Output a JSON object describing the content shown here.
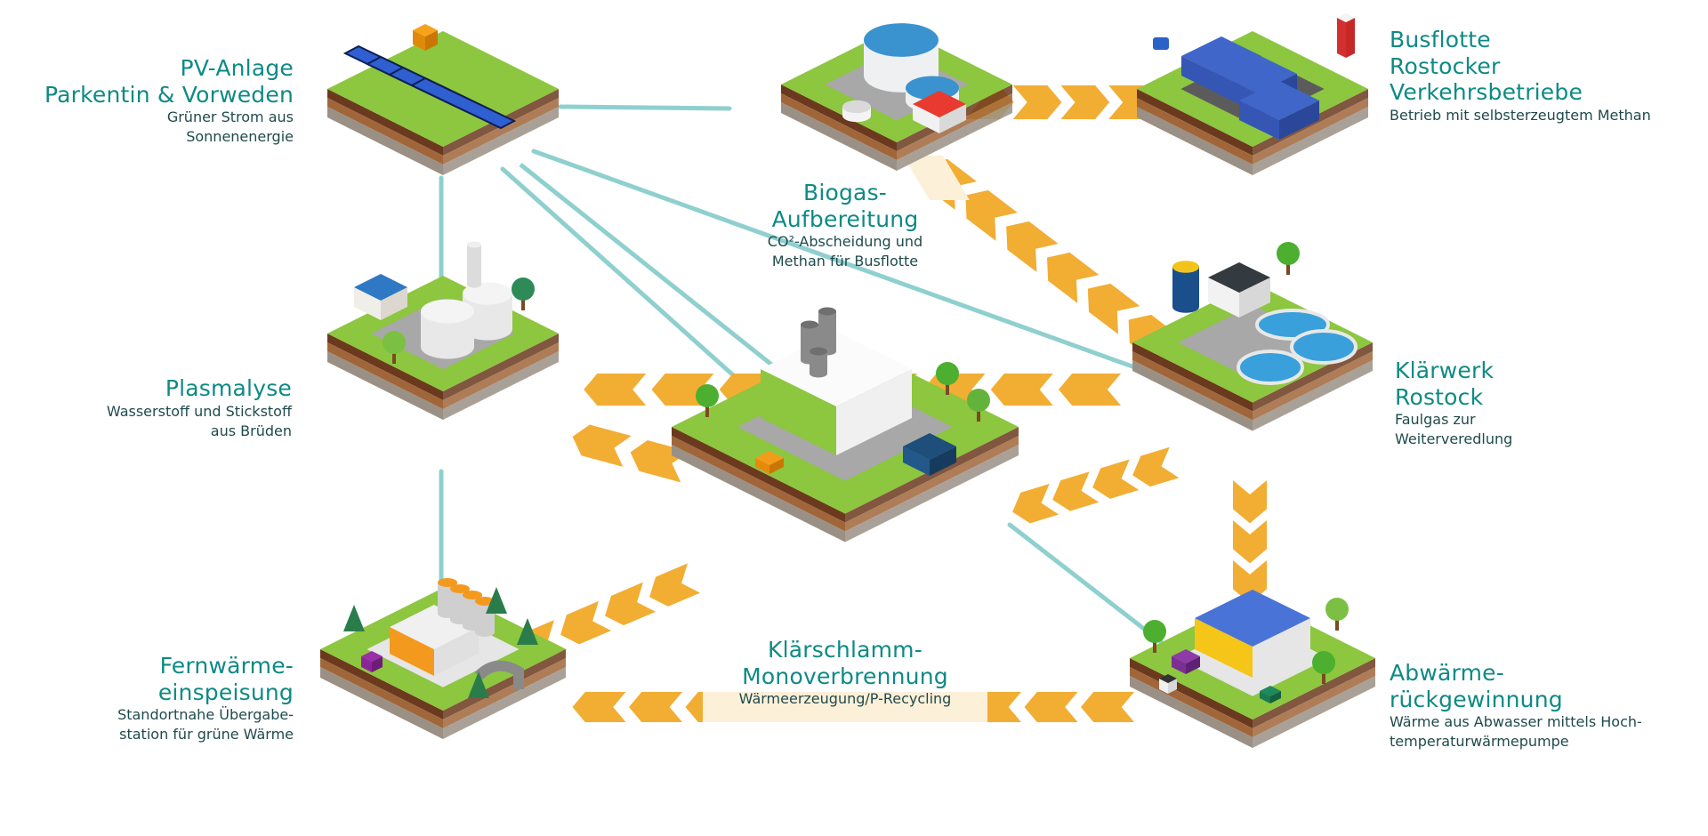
{
  "colors": {
    "title_teal": "#0e8a85",
    "subtitle_dark": "#1f4a4c",
    "flow_orange": "#f2ad33",
    "flow_light": "#fdf0d9",
    "power_line": "#8fd0cf",
    "grass": "#8dc63f",
    "soil_dark": "#6b3a1e",
    "soil_mid": "#a0663a",
    "soil_grey": "#9a9085"
  },
  "nodes": {
    "pv": {
      "title_lines": [
        "PV-Anlage",
        "Parkentin & Vorweden"
      ],
      "sub_lines": [
        "Grüner Strom aus",
        "Sonnenenergie"
      ],
      "icon": "solar-farm-icon"
    },
    "biogas": {
      "title_lines": [
        "Biogas-",
        "Aufbereitung"
      ],
      "sub_lines": [
        "CO²-Abscheidung und",
        "Methan für Busflotte"
      ],
      "icon": "biogas-plant-icon"
    },
    "bus": {
      "title_lines": [
        "Busflotte",
        "Rostocker",
        "Verkehrsbetriebe"
      ],
      "sub_lines": [
        "Betrieb mit selbsterzeugtem Methan"
      ],
      "icon": "bus-depot-icon"
    },
    "plasma": {
      "title_lines": [
        "Plasmalyse"
      ],
      "sub_lines": [
        "Wasserstoff und Stickstoff",
        "aus Brüden"
      ],
      "icon": "gas-storage-icon"
    },
    "incineration": {
      "title_lines": [
        "Klärschlamm-",
        "Monoverbrennung"
      ],
      "sub_lines": [
        "Wärmeerzeugung/P-Recycling"
      ],
      "icon": "factory-icon"
    },
    "sewage": {
      "title_lines": [
        "Klärwerk",
        "Rostock"
      ],
      "sub_lines": [
        "Faulgas zur",
        "Weiterveredlung"
      ],
      "icon": "sewage-plant-icon"
    },
    "district_heat": {
      "title_lines": [
        "Fernwärme-",
        "einspeisung"
      ],
      "sub_lines": [
        "Standortnahe Übergabe-",
        "station für grüne Wärme"
      ],
      "icon": "district-heating-icon"
    },
    "heat_recovery": {
      "title_lines": [
        "Abwärme-",
        "rückgewinnung"
      ],
      "sub_lines": [
        "Wärme aus Abwasser mittels Hoch-",
        "temperaturwärmepumpe"
      ],
      "icon": "heat-pump-building-icon"
    }
  },
  "flows": [
    {
      "from": "biogas",
      "to": "bus",
      "type": "material"
    },
    {
      "from": "sewage",
      "to": "biogas",
      "type": "material"
    },
    {
      "from": "sewage",
      "to": "plasma",
      "type": "material"
    },
    {
      "from": "sewage",
      "to": "incineration",
      "type": "material"
    },
    {
      "from": "incineration",
      "to": "plasma",
      "type": "material"
    },
    {
      "from": "incineration",
      "to": "district_heat",
      "type": "material"
    },
    {
      "from": "heat_recovery",
      "to": "district_heat",
      "type": "material"
    },
    {
      "from": "sewage",
      "to": "heat_recovery",
      "type": "material"
    },
    {
      "from": "pv",
      "to": "biogas",
      "type": "power"
    },
    {
      "from": "pv",
      "to": "plasma",
      "type": "power"
    },
    {
      "from": "pv",
      "to": "incineration",
      "type": "power"
    },
    {
      "from": "pv",
      "to": "sewage",
      "type": "power"
    },
    {
      "from": "plasma",
      "to": "district_heat",
      "type": "power"
    },
    {
      "from": "incineration",
      "to": "heat_recovery",
      "type": "power"
    }
  ]
}
